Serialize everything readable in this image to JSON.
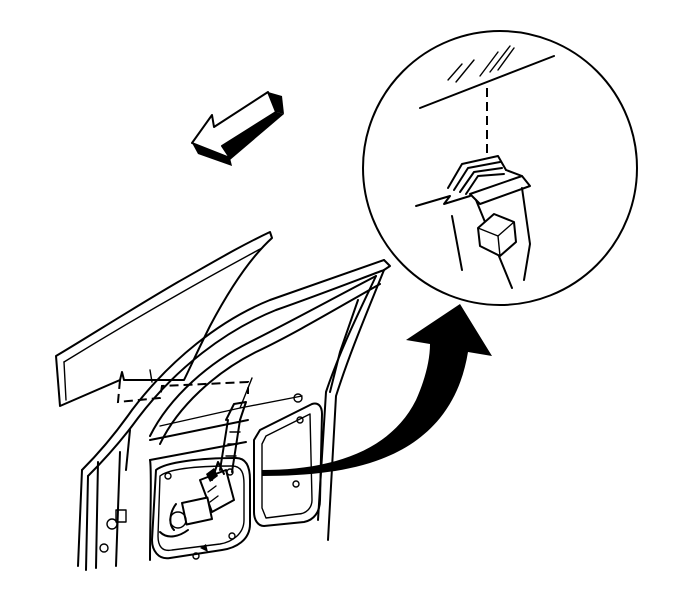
{
  "figure": {
    "parts": [
      "window-glass",
      "door-frame",
      "window-regulator",
      "glass-clip-detail",
      "removal-direction-arrow",
      "detail-callout-arrow"
    ],
    "detail_view": "glass-to-regulator-clip",
    "colors": {
      "line": "#000000",
      "background": "#ffffff"
    }
  }
}
